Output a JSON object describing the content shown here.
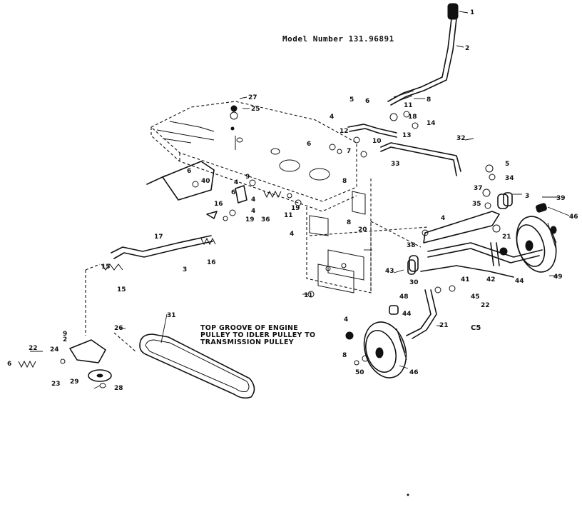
{
  "header": {
    "model_number": "Model Number 131.96891"
  },
  "belt_note": {
    "line1": "TOP GROOVE OF ENGINE",
    "line2": "PULLEY TO IDLER PULLEY TO",
    "line3": "TRANSMISSION PULLEY"
  },
  "section_code": "C5",
  "callouts": [
    "1",
    "2",
    "6",
    "5",
    "8",
    "4",
    "11",
    "18",
    "14",
    "13",
    "10",
    "7",
    "12",
    "32",
    "33",
    "27",
    "25",
    "6",
    "40",
    "4",
    "8",
    "9",
    "16",
    "4",
    "19",
    "6",
    "36",
    "4",
    "11",
    "8",
    "19",
    "20",
    "4",
    "17",
    "3",
    "15",
    "16",
    "37",
    "5",
    "34",
    "35",
    "3",
    "39",
    "46",
    "4",
    "38",
    "43",
    "30",
    "41",
    "42",
    "44",
    "49",
    "45",
    "21",
    "48",
    "44",
    "22",
    "21",
    "50",
    "8",
    "4",
    "46",
    "22",
    "24",
    "23",
    "29",
    "28",
    "26",
    "31",
    "6",
    "9",
    "2",
    "15",
    "11",
    "6"
  ],
  "colors": {
    "ink": "#111111",
    "paper": "#ffffff"
  }
}
